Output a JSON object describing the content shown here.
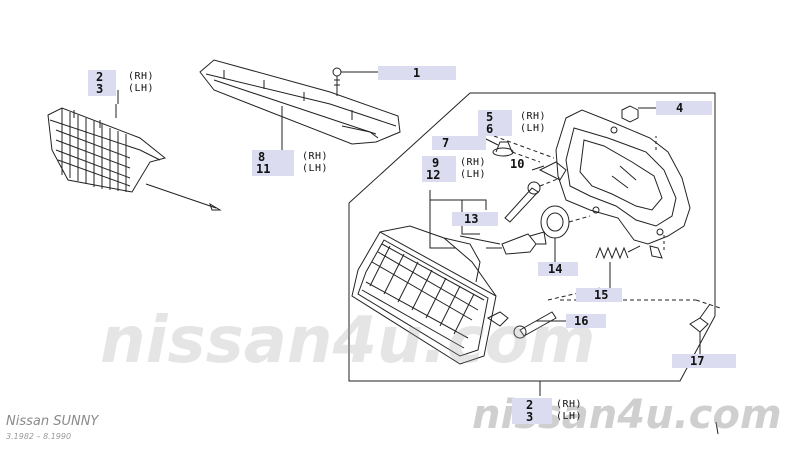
{
  "watermark": {
    "main": "nissan4u.com",
    "corner": "nissan4u.com"
  },
  "footer": {
    "model": "Nissan SUNNY",
    "years": "3.1982 – 8.1990"
  },
  "callouts": [
    {
      "id": "c1",
      "nums": [
        "1"
      ],
      "side": []
    },
    {
      "id": "c2",
      "nums": [
        "2",
        "3"
      ],
      "side": [
        "(RH)",
        "(LH)"
      ]
    },
    {
      "id": "c4",
      "nums": [
        "4"
      ],
      "side": []
    },
    {
      "id": "c5",
      "nums": [
        "5",
        "6"
      ],
      "side": [
        "(RH)",
        "(LH)"
      ]
    },
    {
      "id": "c7",
      "nums": [
        "7"
      ],
      "side": []
    },
    {
      "id": "c8",
      "nums": [
        "8",
        "11"
      ],
      "side": [
        "(RH)",
        "(LH)"
      ]
    },
    {
      "id": "c9",
      "nums": [
        "9",
        "12"
      ],
      "side": [
        "(RH)",
        "(LH)"
      ]
    },
    {
      "id": "c10",
      "nums": [
        "10"
      ],
      "side": []
    },
    {
      "id": "c13",
      "nums": [
        "13"
      ],
      "side": []
    },
    {
      "id": "c14",
      "nums": [
        "14"
      ],
      "side": []
    },
    {
      "id": "c15",
      "nums": [
        "15"
      ],
      "side": []
    },
    {
      "id": "c16",
      "nums": [
        "16"
      ],
      "side": []
    },
    {
      "id": "c17",
      "nums": [
        "17"
      ],
      "side": []
    },
    {
      "id": "cb",
      "nums": [
        "2",
        "3"
      ],
      "side": [
        "(RH)",
        "(LH)"
      ]
    }
  ],
  "parts": [
    "grille-panel",
    "upper-finisher-panel",
    "retaining-clip",
    "headlamp-mounting-bracket",
    "headlamp-assembly",
    "bulb",
    "bulb-socket",
    "adjusting-screw",
    "adjuster-spring",
    "mounting-bolt",
    "nut",
    "grommet",
    "retainer-clip"
  ]
}
